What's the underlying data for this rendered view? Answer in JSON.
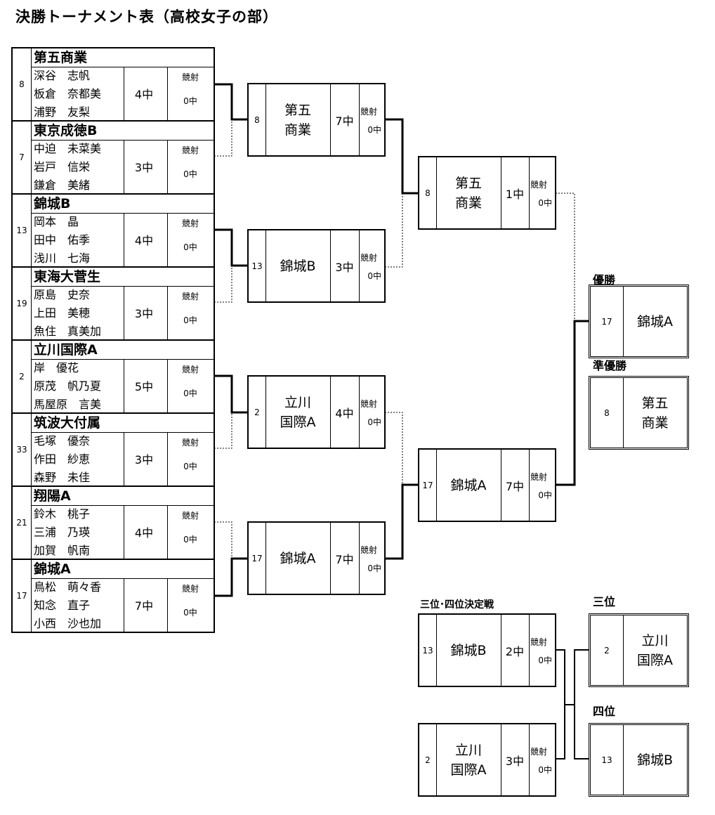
{
  "title": "決勝トーナメント表（高校女子の部）",
  "kyosha_label": "競射",
  "round1": [
    {
      "seed": "8",
      "team": "第五商業",
      "players": [
        "深谷　志帆",
        "板倉　奈都美",
        "浦野　友梨"
      ],
      "hits": "4中",
      "kyosha": "0中"
    },
    {
      "seed": "7",
      "team": "東京成徳B",
      "players": [
        "中迫　未菜美",
        "岩戸　信栄",
        "鎌倉　美緒"
      ],
      "hits": "3中",
      "kyosha": "0中"
    },
    {
      "seed": "13",
      "team": "錦城B",
      "players": [
        "岡本　晶",
        "田中　佑季",
        "浅川　七海"
      ],
      "hits": "4中",
      "kyosha": "0中"
    },
    {
      "seed": "19",
      "team": "東海大菅生",
      "players": [
        "原島　史奈",
        "上田　美穂",
        "魚住　真美加"
      ],
      "hits": "3中",
      "kyosha": "0中"
    },
    {
      "seed": "2",
      "team": "立川国際A",
      "players": [
        "岸　優花",
        "原茂　帆乃夏",
        "馬屋原　言美"
      ],
      "hits": "5中",
      "kyosha": "0中"
    },
    {
      "seed": "33",
      "team": "筑波大付属",
      "players": [
        "毛塚　優奈",
        "作田　紗恵",
        "森野　未佳"
      ],
      "hits": "3中",
      "kyosha": "0中"
    },
    {
      "seed": "21",
      "team": "翔陽A",
      "players": [
        "鈴木　桃子",
        "三浦　乃瑛",
        "加賀　帆南"
      ],
      "hits": "4中",
      "kyosha": "0中"
    },
    {
      "seed": "17",
      "team": "錦城A",
      "players": [
        "鳥松　萌々香",
        "知念　直子",
        "小西　沙也加"
      ],
      "hits": "7中",
      "kyosha": "0中"
    }
  ],
  "round2": [
    {
      "seed": "8",
      "team": "第五\n商業",
      "hits": "7中",
      "kyosha": "0中"
    },
    {
      "seed": "13",
      "team": "錦城B",
      "hits": "3中",
      "kyosha": "0中"
    },
    {
      "seed": "2",
      "team": "立川\n国際A",
      "hits": "4中",
      "kyosha": "0中"
    },
    {
      "seed": "17",
      "team": "錦城A",
      "hits": "7中",
      "kyosha": "0中"
    }
  ],
  "final": [
    {
      "seed": "8",
      "team": "第五\n商業",
      "hits": "1中",
      "kyosha": "0中"
    },
    {
      "seed": "17",
      "team": "錦城A",
      "hits": "7中",
      "kyosha": "0中"
    }
  ],
  "third_place_title": "三位･四位決定戦",
  "third_place": [
    {
      "seed": "13",
      "team": "錦城B",
      "hits": "2中",
      "kyosha": "0中"
    },
    {
      "seed": "2",
      "team": "立川\n国際A",
      "hits": "3中",
      "kyosha": "0中"
    }
  ],
  "podium": [
    {
      "label": "優勝",
      "seed": "17",
      "team": "錦城A"
    },
    {
      "label": "準優勝",
      "seed": "8",
      "team": "第五\n商業"
    },
    {
      "label": "三位",
      "seed": "2",
      "team": "立川\n国際A"
    },
    {
      "label": "四位",
      "seed": "13",
      "team": "錦城B"
    }
  ]
}
